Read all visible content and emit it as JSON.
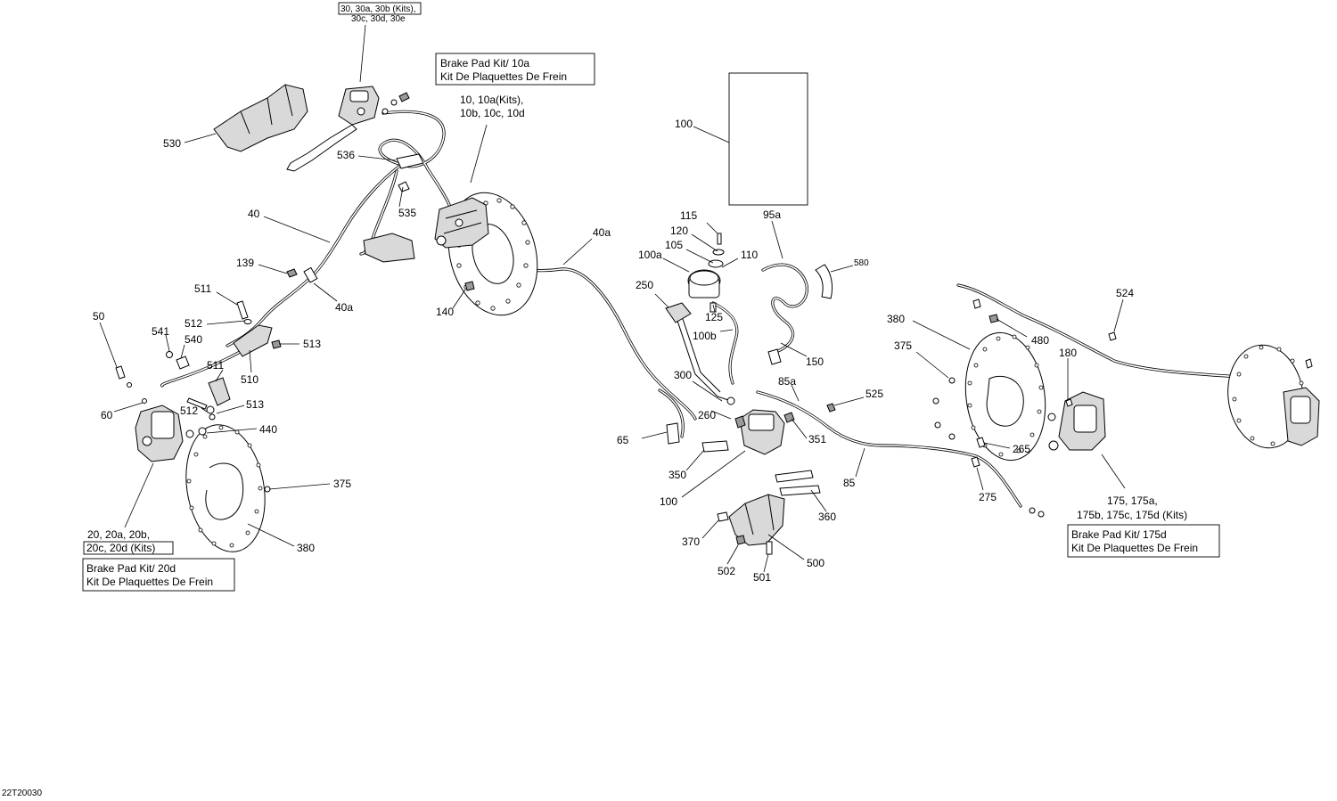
{
  "diagram_id": "22T20030",
  "callouts": {
    "c30": [
      "30, 30a, 30b (Kits),",
      "30c, 30d, 30e"
    ],
    "c10": [
      "10, 10a(Kits),",
      "10b, 10c, 10d"
    ],
    "c20": [
      "20, 20a, 20b,",
      "20c, 20d (Kits)"
    ],
    "c175": [
      "175, 175a,",
      "175b, 175c, 175d (Kits)"
    ]
  },
  "kit_boxes": {
    "k10a": [
      "Brake Pad Kit/ 10a",
      "Kit De Plaquettes De Frein"
    ],
    "k20d": [
      "Brake Pad Kit/ 20d",
      "Kit De Plaquettes De Frein"
    ],
    "k175d": [
      "Brake Pad Kit/ 175d",
      "Kit De Plaquettes De Frein"
    ]
  },
  "labels": {
    "l530": "530",
    "l536": "536",
    "l535": "535",
    "l40": "40",
    "l40a_l": "40a",
    "l139": "139",
    "l511a": "511",
    "l512a": "512",
    "l513a": "513",
    "l541": "541",
    "l540": "540",
    "l50": "50",
    "l511b": "511",
    "l510": "510",
    "l60": "60",
    "l512b": "512",
    "l513b": "513",
    "l440": "440",
    "l375_l": "375",
    "l380_l": "380",
    "l140": "140",
    "l40a_r": "40a",
    "l100_top": "100",
    "l95a": "95a",
    "l115": "115",
    "l120": "120",
    "l105": "105",
    "l110": "110",
    "l100a": "100a",
    "l250": "250",
    "l125": "125",
    "l580": "580",
    "l100b": "100b",
    "l150": "150",
    "l300": "300",
    "l260": "260",
    "l65": "65",
    "l350": "350",
    "l100_bot": "100",
    "l85a": "85a",
    "l351": "351",
    "l525": "525",
    "l85": "85",
    "l360": "360",
    "l370": "370",
    "l502": "502",
    "l501": "501",
    "l500": "500",
    "l380_r": "380",
    "l375_r": "375",
    "l480": "480",
    "l524": "524",
    "l180": "180",
    "l265": "265",
    "l275": "275"
  }
}
